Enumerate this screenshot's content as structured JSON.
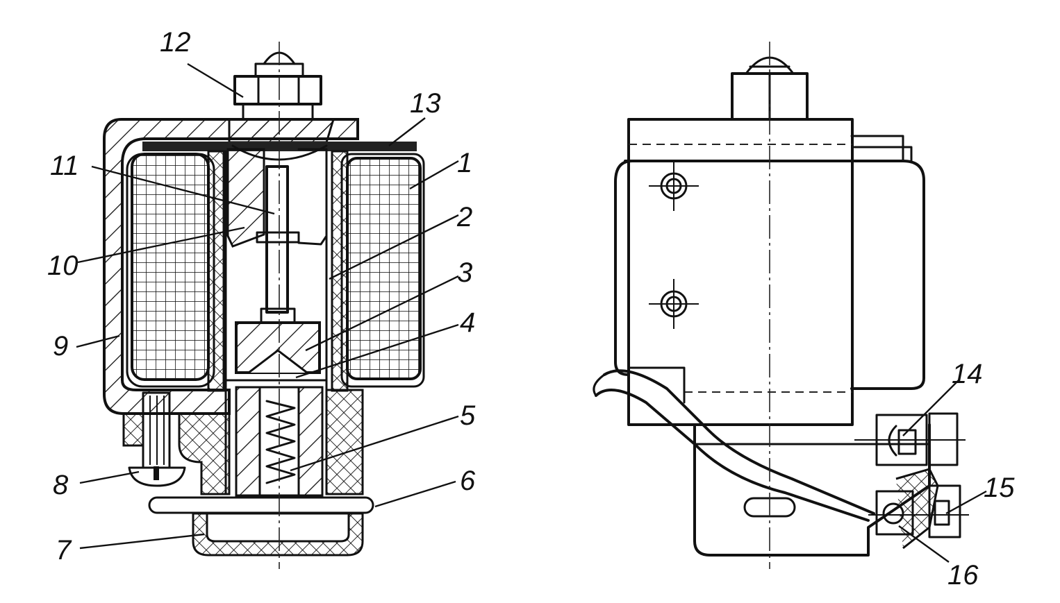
{
  "callouts": [
    "1",
    "2",
    "3",
    "4",
    "5",
    "6",
    "7",
    "8",
    "9",
    "10",
    "11",
    "12",
    "13",
    "14",
    "15",
    "16"
  ],
  "colors": {
    "ink": "#111111",
    "paper": "#ffffff"
  },
  "hatch_types": [
    "diagonal-metal",
    "cross-insulation",
    "grid-winding"
  ]
}
